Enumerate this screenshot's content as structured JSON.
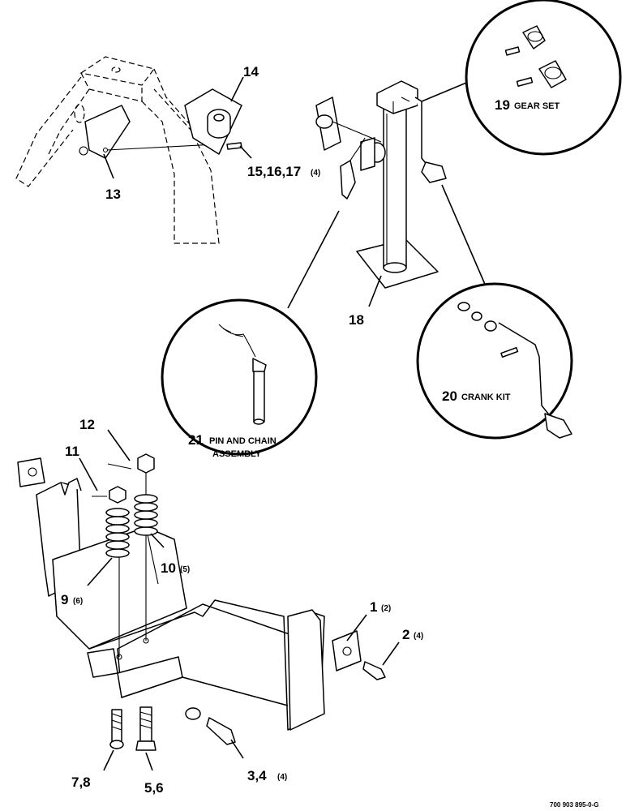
{
  "callouts": {
    "c1": "1",
    "c1q": "(2)",
    "c2": "2",
    "c2q": "(4)",
    "c34": "3,4",
    "c34q": "(4)",
    "c56": "5,6",
    "c78": "7,8",
    "c9": "9",
    "c9q": "(6)",
    "c10": "10",
    "c10q": "(5)",
    "c11": "11",
    "c12": "12",
    "c13": "13",
    "c14": "14",
    "c151617": "15,16,17",
    "c151617q": "(4)",
    "c18": "18",
    "c19": "19",
    "c19t": "GEAR SET",
    "c20": "20",
    "c20t": "CRANK KIT",
    "c21": "21",
    "c21t1": "PIN AND CHAIN",
    "c21t2": "ASSEMBLY"
  },
  "reference": "700 903 895-0-G"
}
